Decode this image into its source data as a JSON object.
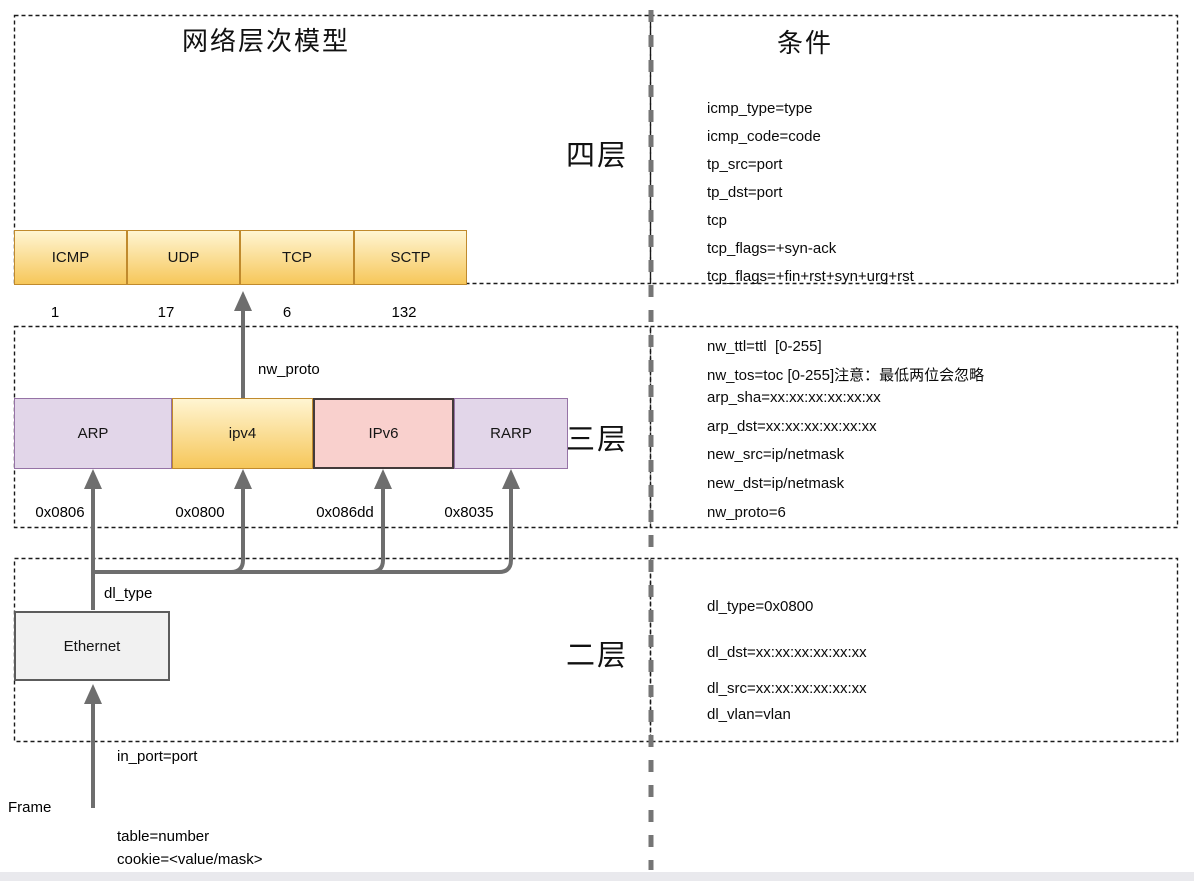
{
  "titles": {
    "left": "网络层次模型",
    "right": "条件"
  },
  "layers": {
    "l4": "四层",
    "l3": "三层",
    "l2": "二层"
  },
  "l4": {
    "boxes": [
      {
        "label": "ICMP",
        "value": "1"
      },
      {
        "label": "UDP",
        "value": "17"
      },
      {
        "label": "TCP",
        "value": "6"
      },
      {
        "label": "SCTP",
        "value": "132"
      }
    ]
  },
  "l3": {
    "arrow_label": "nw_proto",
    "boxes": [
      {
        "label": "ARP",
        "ethertype": "0x0806"
      },
      {
        "label": "ipv4",
        "ethertype": "0x0800"
      },
      {
        "label": "IPv6",
        "ethertype": "0x086dd"
      },
      {
        "label": "RARP",
        "ethertype": "0x8035"
      }
    ]
  },
  "l2": {
    "box_label": "Ethernet",
    "arrow_label": "dl_type"
  },
  "labels": {
    "frame": "Frame",
    "in_port": "in_port=port",
    "table": "table=number",
    "cookie": "cookie=<value/mask>"
  },
  "conditions": {
    "l4": [
      "icmp_type=type",
      "icmp_code=code",
      "tp_src=port",
      "tp_dst=port",
      "tcp",
      "tcp_flags=+syn-ack",
      "tcp_flags=+fin+rst+syn+urg+rst"
    ],
    "l3": [
      "nw_ttl=ttl  [0-255]",
      "nw_tos=toc [0-255]注意：最低两位会忽略",
      "arp_sha=xx:xx:xx:xx:xx:xx",
      "arp_dst=xx:xx:xx:xx:xx:xx",
      "new_src=ip/netmask",
      "new_dst=ip/netmask",
      "nw_proto=6"
    ],
    "l2": [
      "dl_type=0x0800",
      "dl_dst=xx:xx:xx:xx:xx:xx",
      "dl_src=xx:xx:xx:xx:xx:xx",
      "dl_vlan=vlan"
    ]
  },
  "colors": {
    "yellow_top": "#fff5d2",
    "yellow_bottom": "#f6c75a",
    "yellow_border": "#c08a2d",
    "purple_fill": "#e2d6e9",
    "purple_border": "#9673a6",
    "pink_fill": "#f9d0cd",
    "pink_border": "#433a3a",
    "gray_fill": "#f1f1f1",
    "gray_border": "#5c5c5c",
    "arrow": "#6e6e6e",
    "divider": "#757575"
  }
}
